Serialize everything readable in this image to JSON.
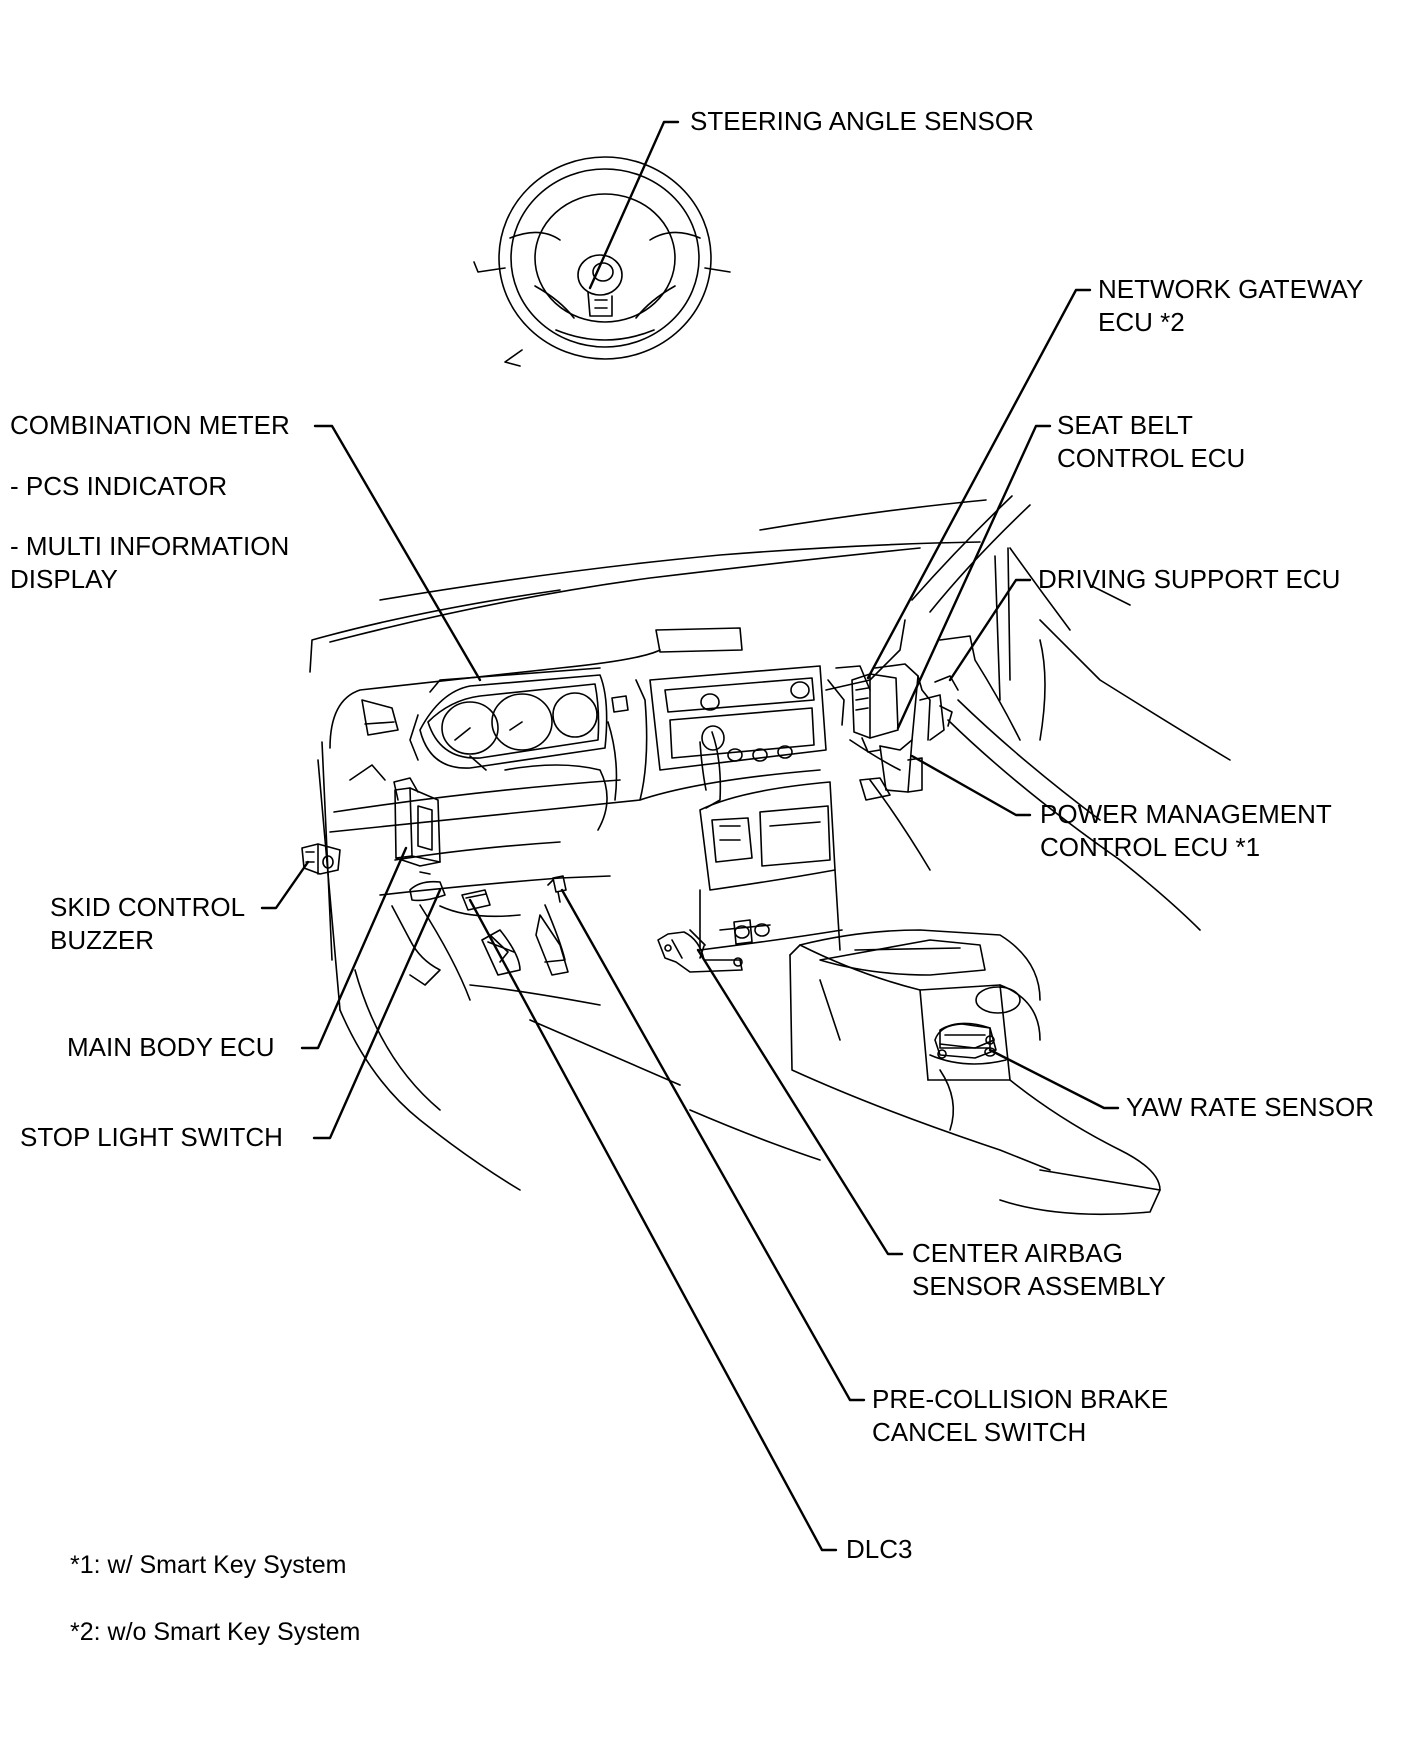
{
  "labels": {
    "steering_angle_sensor": "STEERING ANGLE SENSOR",
    "network_gateway_ecu_1": "NETWORK GATEWAY",
    "network_gateway_ecu_2": "ECU *2",
    "seat_belt_control_ecu_1": "SEAT BELT",
    "seat_belt_control_ecu_2": "CONTROL ECU",
    "driving_support_ecu": "DRIVING SUPPORT ECU",
    "combination_meter": "COMBINATION METER",
    "pcs_indicator": "- PCS INDICATOR",
    "multi_information_display_1": "- MULTI INFORMATION",
    "multi_information_display_2": "DISPLAY",
    "power_management_control_ecu_1": "POWER MANAGEMENT",
    "power_management_control_ecu_2": "CONTROL ECU *1",
    "skid_control_buzzer_1": "SKID CONTROL",
    "skid_control_buzzer_2": "BUZZER",
    "main_body_ecu": "MAIN BODY ECU",
    "stop_light_switch": "STOP LIGHT SWITCH",
    "yaw_rate_sensor": "YAW RATE SENSOR",
    "center_airbag_sensor_1": "CENTER AIRBAG",
    "center_airbag_sensor_2": "SENSOR ASSEMBLY",
    "pre_collision_brake_1": "PRE-COLLISION BRAKE",
    "pre_collision_brake_2": "CANCEL SWITCH",
    "dlc3": "DLC3"
  },
  "footnotes": {
    "note_1": "*1: w/ Smart Key System",
    "note_2": "*2: w/o Smart Key System"
  },
  "colors": {
    "ink": "#000000",
    "background": "#ffffff"
  }
}
